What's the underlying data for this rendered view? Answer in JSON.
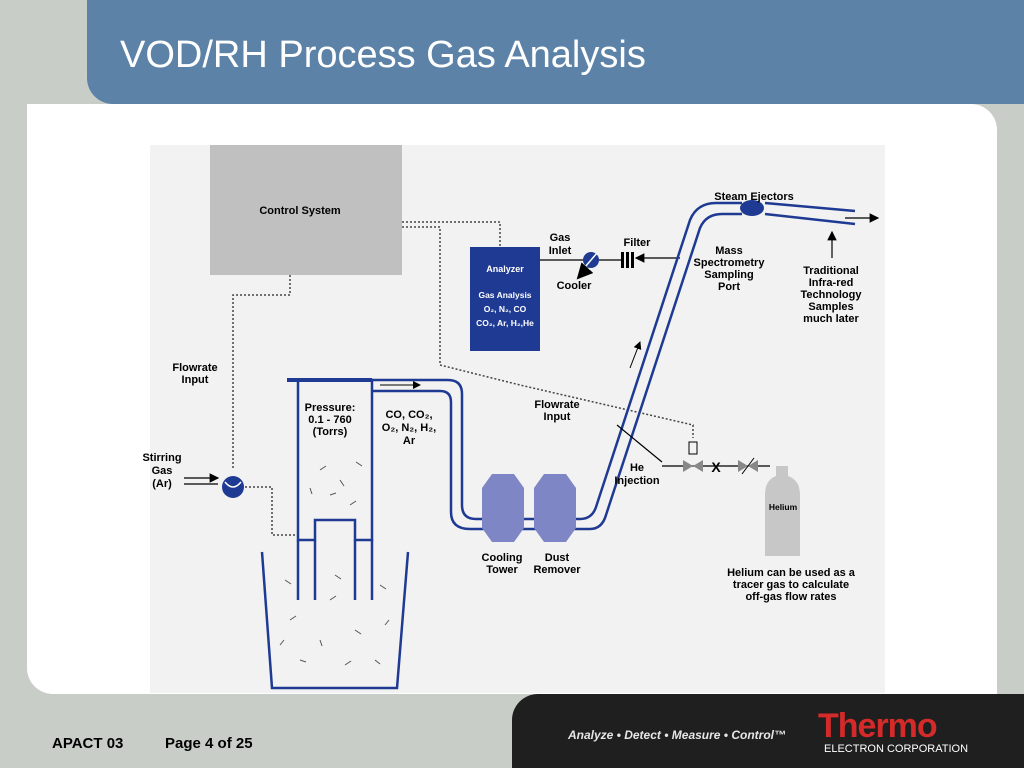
{
  "title": "VOD/RH Process Gas Analysis",
  "footer": {
    "course": "APACT 03",
    "page": "Page 4 of 25",
    "tagline": "Analyze • Detect • Measure • Control™",
    "brand": "Thermo",
    "brand_sub": "ELECTRON CORPORATION"
  },
  "diagram": {
    "control_system": "Control System",
    "analyzer_title": "Analyzer",
    "analyzer_line1": "Gas Analysis",
    "analyzer_line2": "O₂, N₂, CO",
    "analyzer_line3": "CO₂, Ar, H₂,He",
    "gas_inlet_1": "Gas",
    "gas_inlet_2": "Inlet",
    "cooler": "Cooler",
    "filter": "Filter",
    "steam_ejectors": "Steam Ejectors",
    "msp_1": "Mass",
    "msp_2": "Spectrometry",
    "msp_3": "Sampling",
    "msp_4": "Port",
    "trad_1": "Traditional",
    "trad_2": "Infra-red",
    "trad_3": "Technology",
    "trad_4": "Samples",
    "trad_5": "much later",
    "flowrate_left_1": "Flowrate",
    "flowrate_left_2": "Input",
    "flowrate_right_1": "Flowrate",
    "flowrate_right_2": "Input",
    "pressure_1": "Pressure:",
    "pressure_2": "0.1 - 760",
    "pressure_3": "(Torrs)",
    "gases_1": "CO, CO₂,",
    "gases_2": "O₂, N₂, H₂,",
    "gases_3": "Ar",
    "stirring_1": "Stirring",
    "stirring_2": "Gas",
    "stirring_3": "(Ar)",
    "he_injection_1": "He",
    "he_injection_2": "Injection",
    "cooling_tower_1": "Cooling",
    "cooling_tower_2": "Tower",
    "dust_remover_1": "Dust",
    "dust_remover_2": "Remover",
    "helium": "Helium",
    "helium_note_1": "Helium can be used as a",
    "helium_note_2": "tracer gas to calculate",
    "helium_note_3": "off-gas flow rates"
  }
}
